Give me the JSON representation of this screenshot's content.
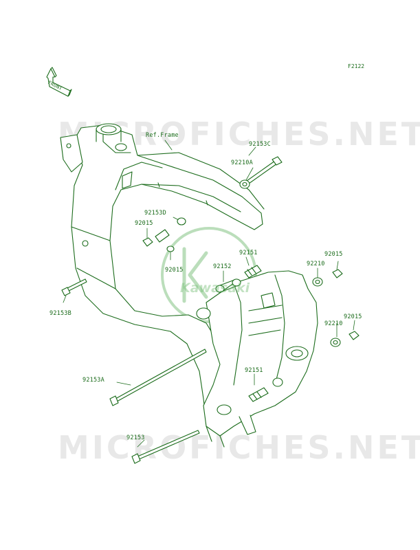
{
  "figure_code": "F2122",
  "front_arrow_text": "FRONT",
  "watermark_text": "MICROFICHES.NET",
  "logo_text": "Kawasaki",
  "callouts": {
    "ref_frame": "Ref.Frame",
    "p92153C": "92153C",
    "p92210A": "92210A",
    "p92153D": "92153D",
    "p92015_a": "92015",
    "p92015_b": "92015",
    "p92151_a": "92151",
    "p92152": "92152",
    "p92210_a": "92210",
    "p92015_c": "92015",
    "p92153B": "92153B",
    "p92210_b": "92210",
    "p92015_d": "92015",
    "p92153A": "92153A",
    "p92151_b": "92151",
    "p92153": "92153"
  },
  "colors": {
    "line": "#1a6b1a",
    "fill": "#ffffff",
    "watermark": "#969696"
  }
}
